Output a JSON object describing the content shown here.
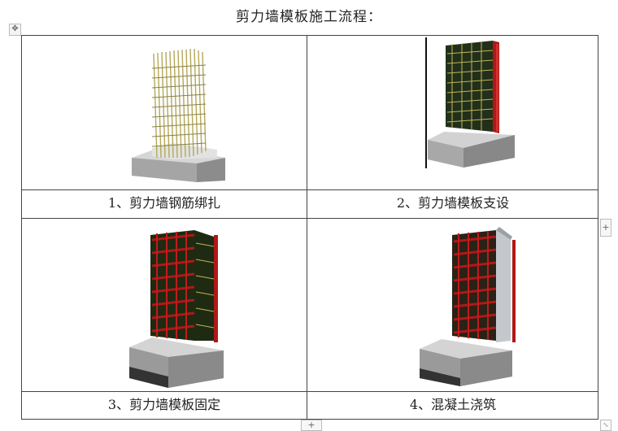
{
  "document": {
    "title": "剪力墙模板施工流程："
  },
  "table": {
    "cells": [
      {
        "caption": "1、剪力墙钢筋绑扎",
        "image_icon": "rebar-cage-icon"
      },
      {
        "caption": "2、剪力墙模板支设",
        "image_icon": "formwork-panel-icon"
      },
      {
        "caption": "3、剪力墙模板固定",
        "image_icon": "formwork-fixed-icon"
      },
      {
        "caption": "4、混凝土浇筑",
        "image_icon": "concrete-pour-icon"
      }
    ]
  },
  "controls": {
    "move_handle": "✥",
    "add_column": "+",
    "add_row": "+",
    "resize_handle": "⤡"
  },
  "colors": {
    "rebar": "#b3a85a",
    "formwork_red": "#b01818",
    "panel_dark": "#1f2a12",
    "concrete_light": "#d8d8d8",
    "concrete_dark": "#8a8a8a",
    "plate_silver": "#c4c8cc"
  }
}
